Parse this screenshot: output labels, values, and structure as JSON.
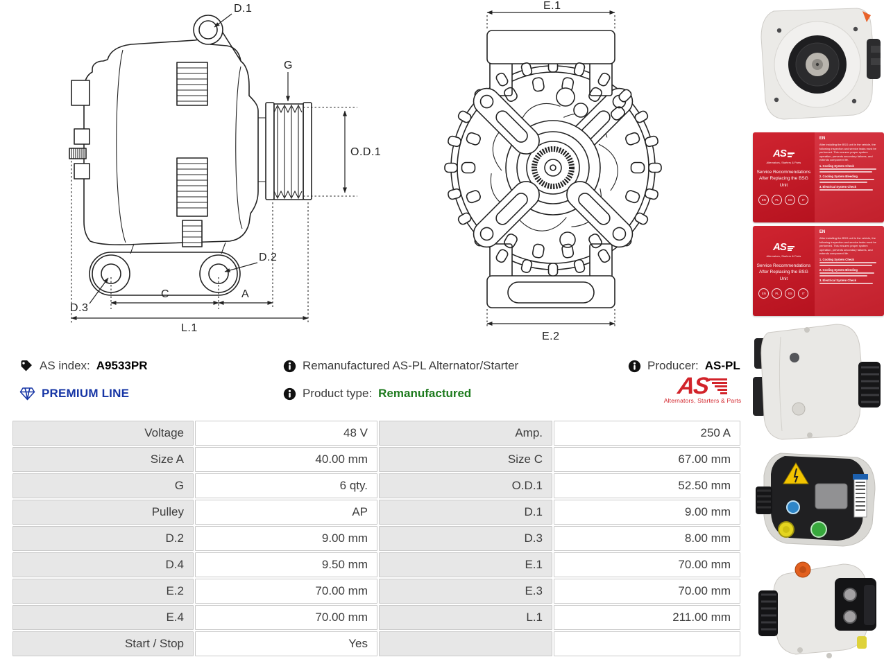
{
  "drawings": {
    "side_view": {
      "labels": {
        "d1": "D.1",
        "g": "G",
        "od1": "O.D.1",
        "d2": "D.2",
        "d3": "D.3",
        "c": "C",
        "a": "A",
        "l1": "L.1"
      }
    },
    "front_view": {
      "labels": {
        "e1": "E.1",
        "e2": "E.2"
      }
    }
  },
  "info": {
    "as_index_label": "AS index:",
    "as_index_value": "A9533PR",
    "premium_line": "PREMIUM LINE",
    "description": "Remanufactured AS-PL Alternator/Starter",
    "product_type_label": "Product type:",
    "product_type_value": "Remanufactured",
    "producer_label": "Producer:",
    "producer_value": "AS-PL",
    "logo_text": "AS",
    "logo_tagline": "Alternators, Starters & Parts"
  },
  "spec_table": {
    "rows": [
      {
        "label1": "Voltage",
        "value1": "48 V",
        "label2": "Amp.",
        "value2": "250 A"
      },
      {
        "label1": "Size A",
        "value1": "40.00 mm",
        "label2": "Size C",
        "value2": "67.00 mm"
      },
      {
        "label1": "G",
        "value1": "6 qty.",
        "label2": "O.D.1",
        "value2": "52.50 mm"
      },
      {
        "label1": "Pulley",
        "value1": "AP",
        "label2": "D.1",
        "value2": "9.00 mm"
      },
      {
        "label1": "D.2",
        "value1": "9.00 mm",
        "label2": "D.3",
        "value2": "8.00 mm"
      },
      {
        "label1": "D.4",
        "value1": "9.50 mm",
        "label2": "E.1",
        "value2": "70.00 mm"
      },
      {
        "label1": "E.2",
        "value1": "70.00 mm",
        "label2": "E.3",
        "value2": "70.00 mm"
      },
      {
        "label1": "E.4",
        "value1": "70.00 mm",
        "label2": "L.1",
        "value2": "211.00 mm"
      },
      {
        "label1": "Start / Stop",
        "value1": "Yes",
        "label2": "",
        "value2": ""
      }
    ]
  },
  "service_card": {
    "brand": "AS",
    "brand_tagline": "Alternators, Starters & Parts",
    "title": "Service Recommendations After Replacing the BSG Unit",
    "languages": [
      "EN",
      "PL",
      "ES",
      "IT"
    ],
    "page_lang": "EN",
    "intro": "After installing the BSG unit in the vehicle, the following inspection and service tasks must be performed. This ensures proper system operation, prevents secondary failures, and extends component life.",
    "sections": [
      "1. Cooling System Check",
      "2. Cooling System Bleeding",
      "3. Electrical System Check"
    ]
  },
  "colors": {
    "brand_red": "#d2232a",
    "premium_blue": "#1635a5",
    "remanufactured_green": "#1d7a1d",
    "table_label_bg": "#e7e7e7"
  }
}
